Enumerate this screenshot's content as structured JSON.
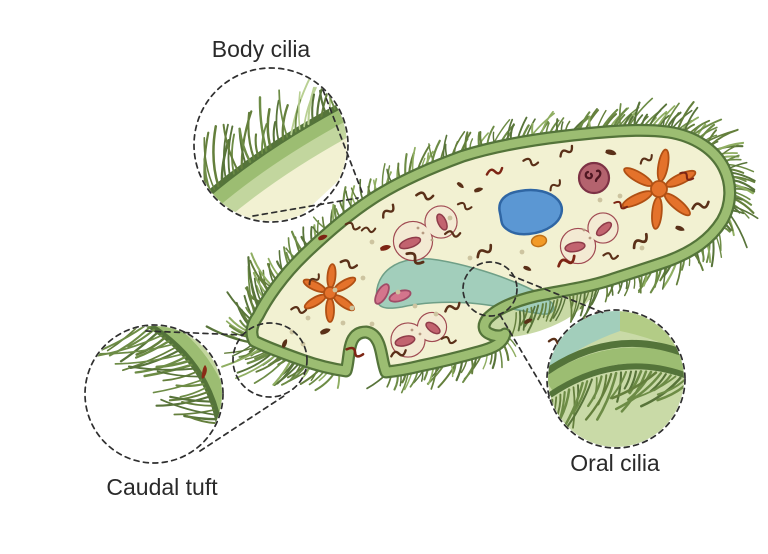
{
  "labels": {
    "body_cilia": "Body cilia",
    "caudal_tuft": "Caudal tuft",
    "oral_cilia": "Oral cilia"
  },
  "colors": {
    "background": "#ffffff",
    "membrane_mid": "#9cbd72",
    "membrane_dark": "#54743a",
    "membrane_light": "#c2d69e",
    "cytoplasm": "#f2f1d2",
    "cilia": "#647f3c",
    "cilia_dark": "#58743a",
    "cilia_light": "#8fae62",
    "cilia_pale": "#b9d093",
    "gullet_teal": "#a2cebb",
    "gullet_teal_edge": "#6f9f87",
    "mouth_sage": "#c8d9a5",
    "inset_sage": "#c9daa7",
    "inset_light_green": "#b3cc86",
    "vacuole_blue": "#5b97d3",
    "vacuole_blue_edge": "#2f66a4",
    "star_orange": "#e4722b",
    "star_orange_edge": "#b05014",
    "nucleus_rose": "#b4636e",
    "nucleus_edge": "#7d3245",
    "nucleus_chromatin": "#4f1722",
    "food_fill": "#f3ead3",
    "food_edge": "#a04a52",
    "bean_pink": "#c2636f",
    "bean_pink_edge": "#8f3b49",
    "oral_bean": "#d4758c",
    "oral_bean_edge": "#a04b66",
    "accessory_orange": "#f29a27",
    "accessory_orange_edge": "#bf7118",
    "granule_brown": "#5a3018",
    "granule_red": "#7d2514",
    "dot_beige": "#cdc4a0",
    "callout": "#2f2f2f",
    "label_text": "#2a2a2a"
  }
}
